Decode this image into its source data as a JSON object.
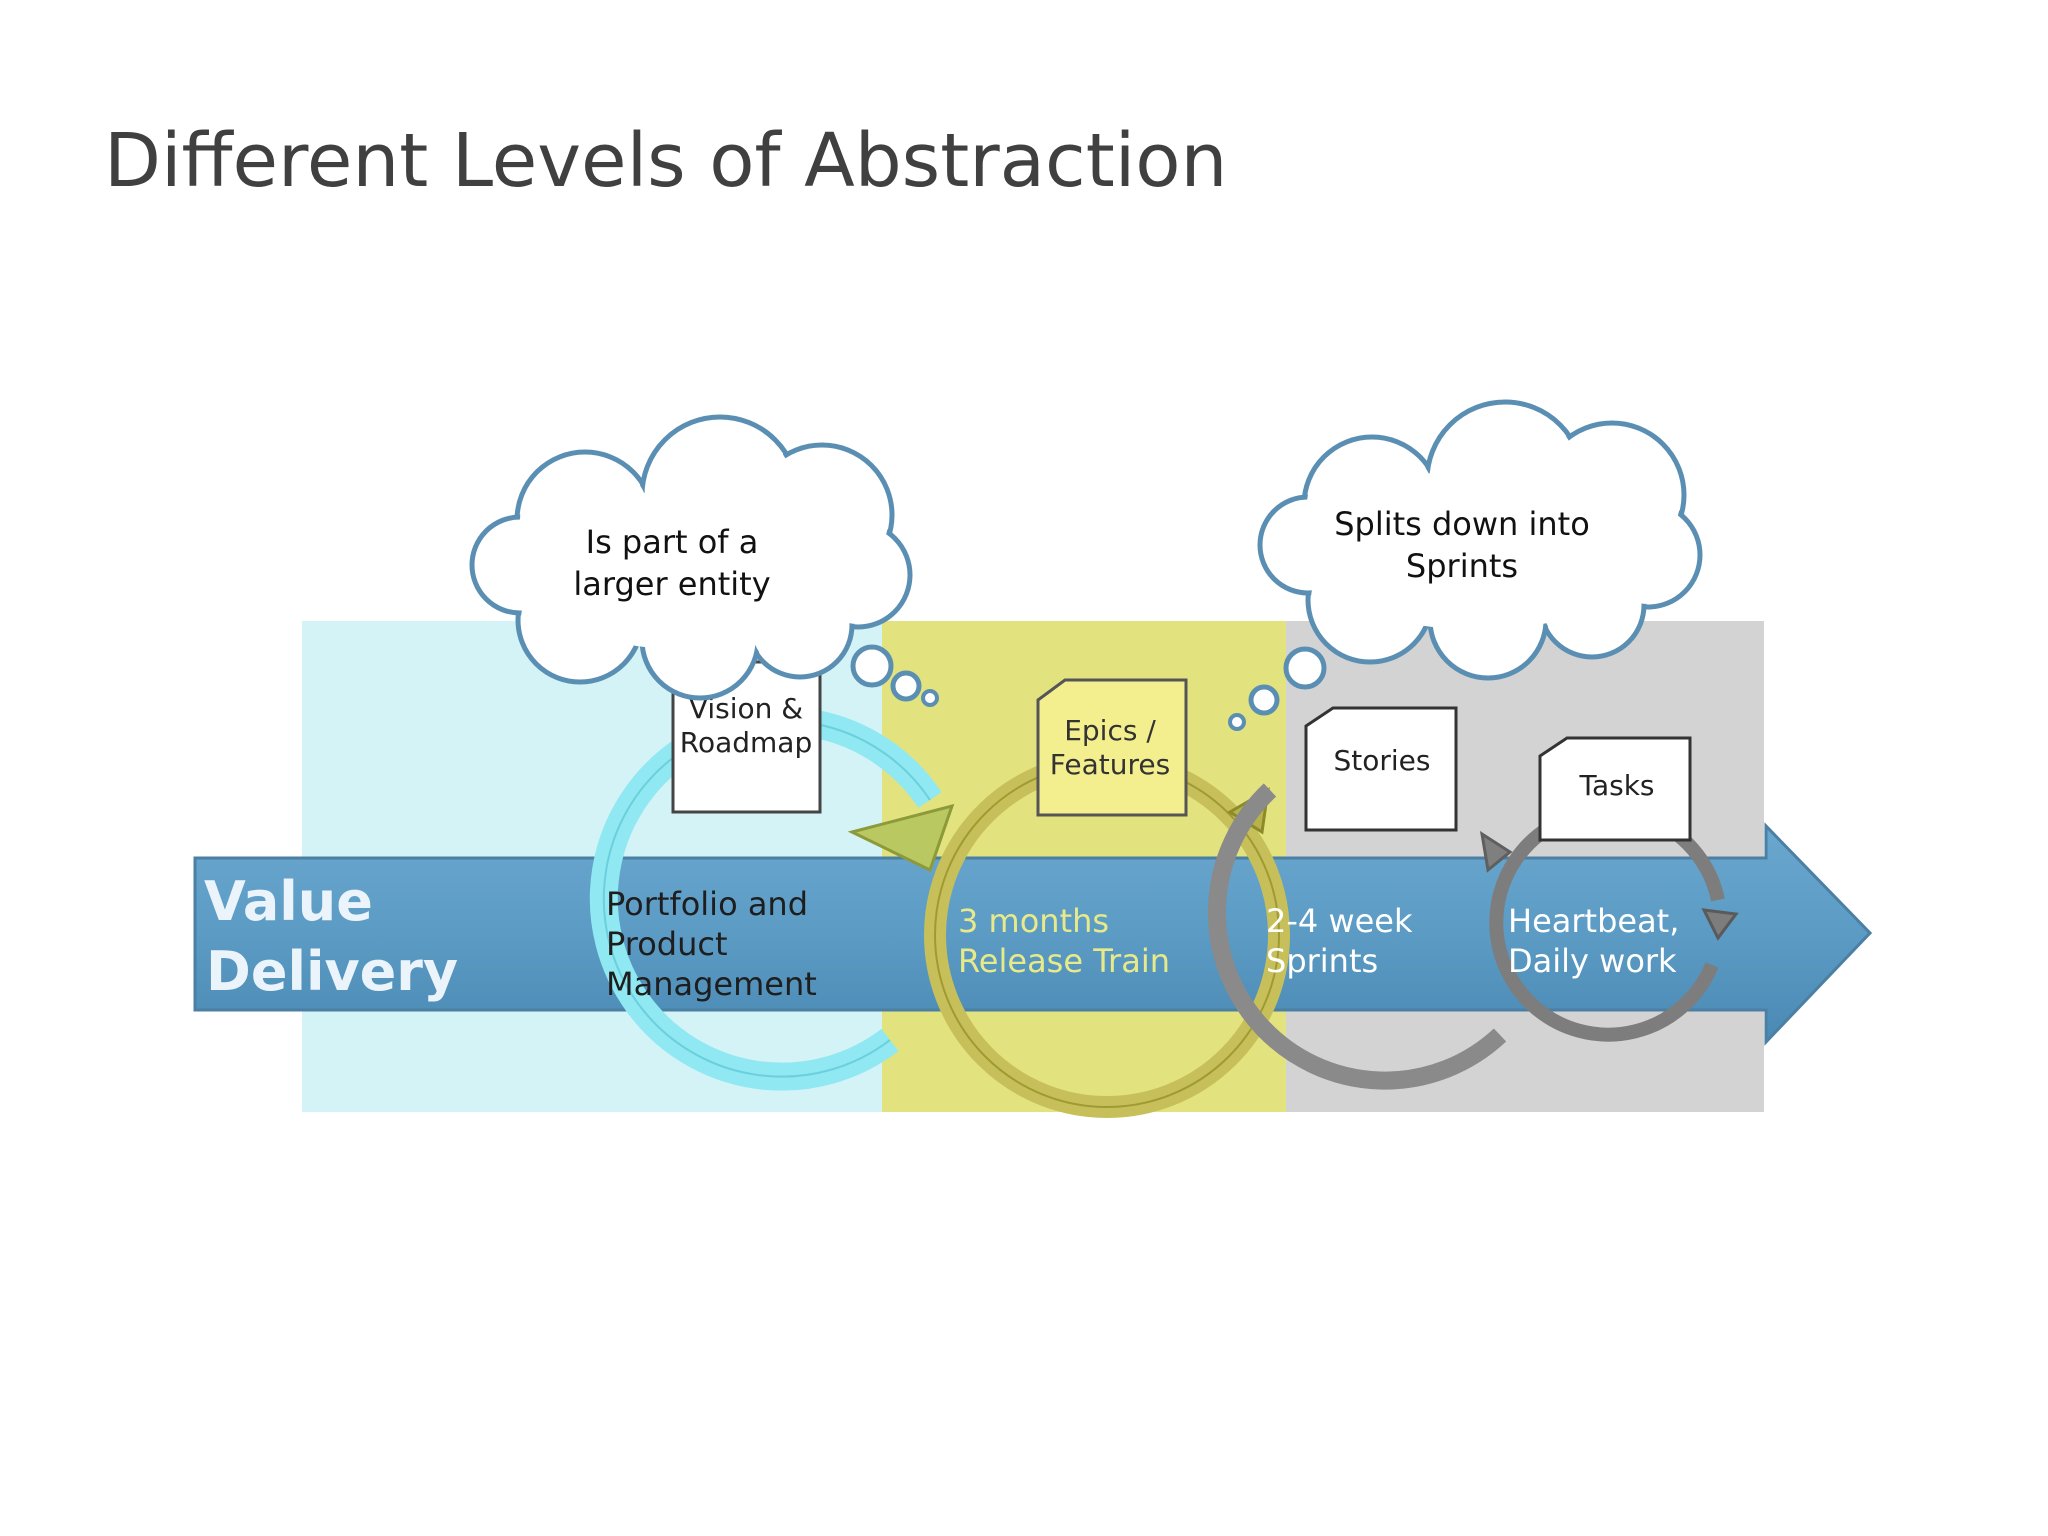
{
  "slide": {
    "title": "Different Levels of Abstraction"
  },
  "diagram": {
    "arrow_label_line1": "Value",
    "arrow_label_line2": "Delivery",
    "portfolio": {
      "card_line1": "Vision &",
      "card_line2": "Roadmap",
      "label_line1": "Portfolio and",
      "label_line2": "Product",
      "label_line3": "Management"
    },
    "release": {
      "card_line1": "Epics /",
      "card_line2": "Features",
      "label_line1": "3 months",
      "label_line2": "Release Train"
    },
    "sprint": {
      "card_line1": "Stories",
      "label_line1": "2-4 week",
      "label_line2": "Sprints"
    },
    "daily": {
      "card_line1": "Tasks",
      "label_line1": "Heartbeat,",
      "label_line2": "Daily work"
    },
    "callout_left": {
      "line1": "Is part of a",
      "line2": "larger entity"
    },
    "callout_right": {
      "line1": "Splits down into",
      "line2": "Sprints"
    }
  },
  "colors": {
    "title_text": "#404040",
    "band_portfolio": "#d3f3f7",
    "band_release": "#e2e37e",
    "band_sprint": "#d4d3d4",
    "value_arrow": "#5b9bc4",
    "cloud_stroke": "#5a8fb3",
    "release_text": "#e8ea8a"
  }
}
